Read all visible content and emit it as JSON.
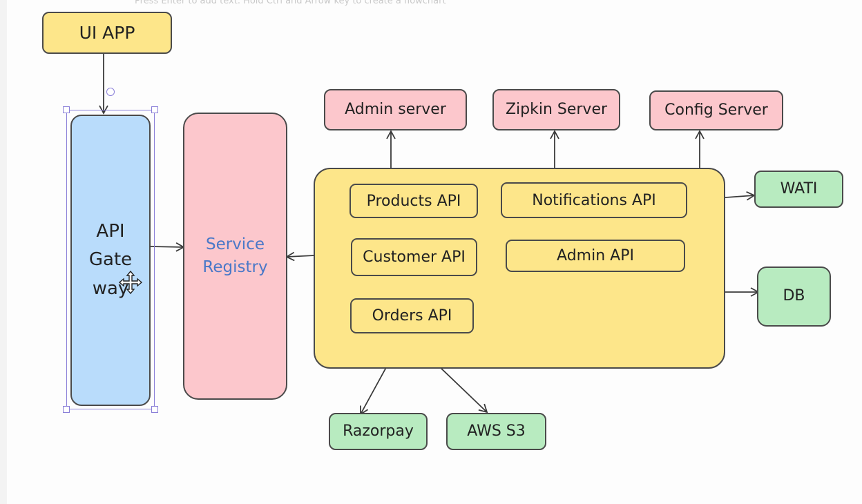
{
  "canvas": {
    "hint_text": "Press Enter to add text. Hold Ctrl and Arrow key to create a flowchart"
  },
  "nodes": {
    "ui_app": "UI APP",
    "api_gateway": [
      "API",
      "Gate",
      "way"
    ],
    "service_registry": [
      "Service",
      "Registry"
    ],
    "admin_server": "Admin server",
    "zipkin_server": "Zipkin Server",
    "config_server": "Config Server",
    "wati": "WATI",
    "db": "DB",
    "razorpay": "Razorpay",
    "aws_s3": "AWS S3"
  },
  "services": {
    "products_api": "Products API",
    "notifications_api": "Notifications API",
    "customer_api": "Customer API",
    "admin_api": "Admin API",
    "orders_api": "Orders API"
  },
  "colors": {
    "yellow": "#fde68a",
    "pink": "#fcc7cc",
    "green": "#b8ebc0",
    "blue": "#b9dcfb",
    "registry_text": "#4a78c8",
    "selection": "#8a7fd8"
  },
  "icons": {
    "cursor": "move-cursor-icon"
  }
}
